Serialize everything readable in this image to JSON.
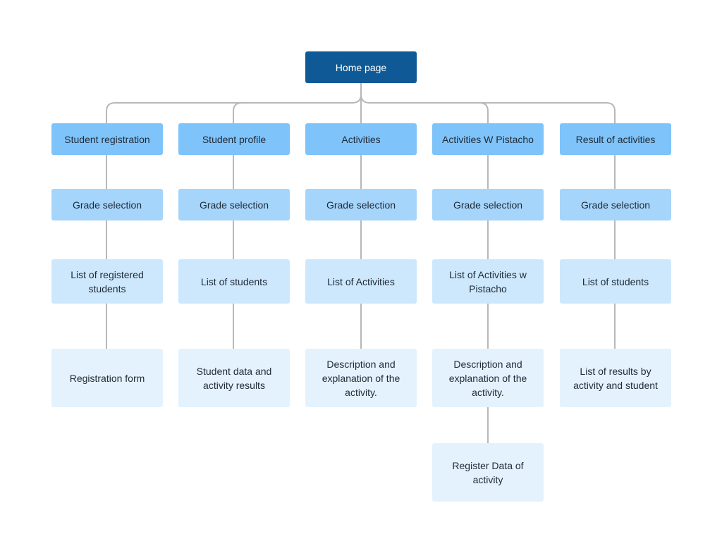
{
  "diagram": {
    "root": "Home page",
    "columns": [
      {
        "title": "Student registration",
        "grade": "Grade selection",
        "list": "List of registered students",
        "detail": "Registration form"
      },
      {
        "title": "Student profile",
        "grade": "Grade selection",
        "list": "List of students",
        "detail": "Student data and activity results"
      },
      {
        "title": "Activities",
        "grade": "Grade selection",
        "list": "List of Activities",
        "detail": "Description and explanation of the activity."
      },
      {
        "title": "Activities W Pistacho",
        "grade": "Grade selection",
        "list": "List of Activities w Pistacho",
        "detail": "Description and explanation of the activity.",
        "extra": "Register Data of activity"
      },
      {
        "title": "Result of activities",
        "grade": "Grade selection",
        "list": "List of students",
        "detail": "List of results by activity and student"
      }
    ]
  },
  "colors": {
    "root": "#0f5a96",
    "level1": "#7ec3fa",
    "level2": "#a6d5fb",
    "level3": "#cde8fd",
    "level4": "#e4f2fe",
    "connector": "#b8b8b8"
  }
}
